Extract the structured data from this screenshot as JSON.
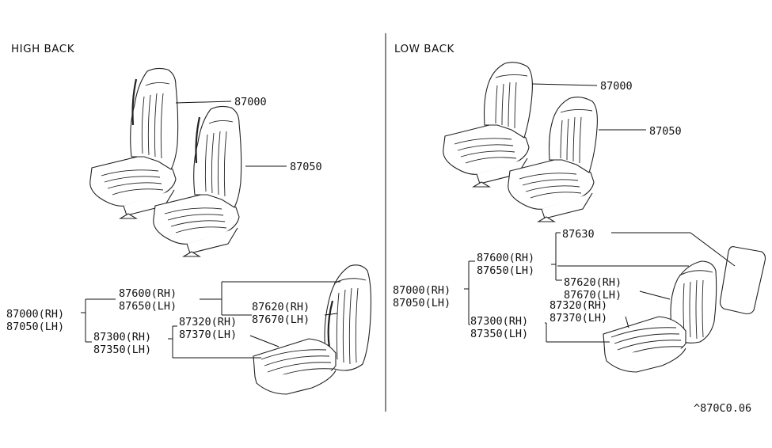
{
  "sections": {
    "left_title": "HIGH BACK",
    "right_title": "LOW BACK"
  },
  "left": {
    "seat_rh": "87000",
    "seat_lh": "87050",
    "asm_rh": "87000(RH)",
    "asm_lh": "87050(LH)",
    "back_rh": "87600(RH)",
    "back_lh": "87650(LH)",
    "back_trim_rh": "87620(RH)",
    "back_trim_lh": "87670(LH)",
    "cushion_rh": "87300(RH)",
    "cushion_lh": "87350(LH)",
    "cushion_trim_rh": "87320(RH)",
    "cushion_trim_lh": "87370(LH)"
  },
  "right": {
    "seat_rh": "87000",
    "seat_lh": "87050",
    "asm_rh": "87000(RH)",
    "asm_lh": "87050(LH)",
    "back_rh": "87600(RH)",
    "back_lh": "87650(LH)",
    "headrest": "87630",
    "back_trim_rh": "87620(RH)",
    "back_trim_lh": "87670(LH)",
    "cushion_rh": "87300(RH)",
    "cushion_lh": "87350(LH)",
    "cushion_trim_rh": "87320(RH)",
    "cushion_trim_lh": "87370(LH)"
  },
  "footer": {
    "code": "^870C0.06"
  }
}
